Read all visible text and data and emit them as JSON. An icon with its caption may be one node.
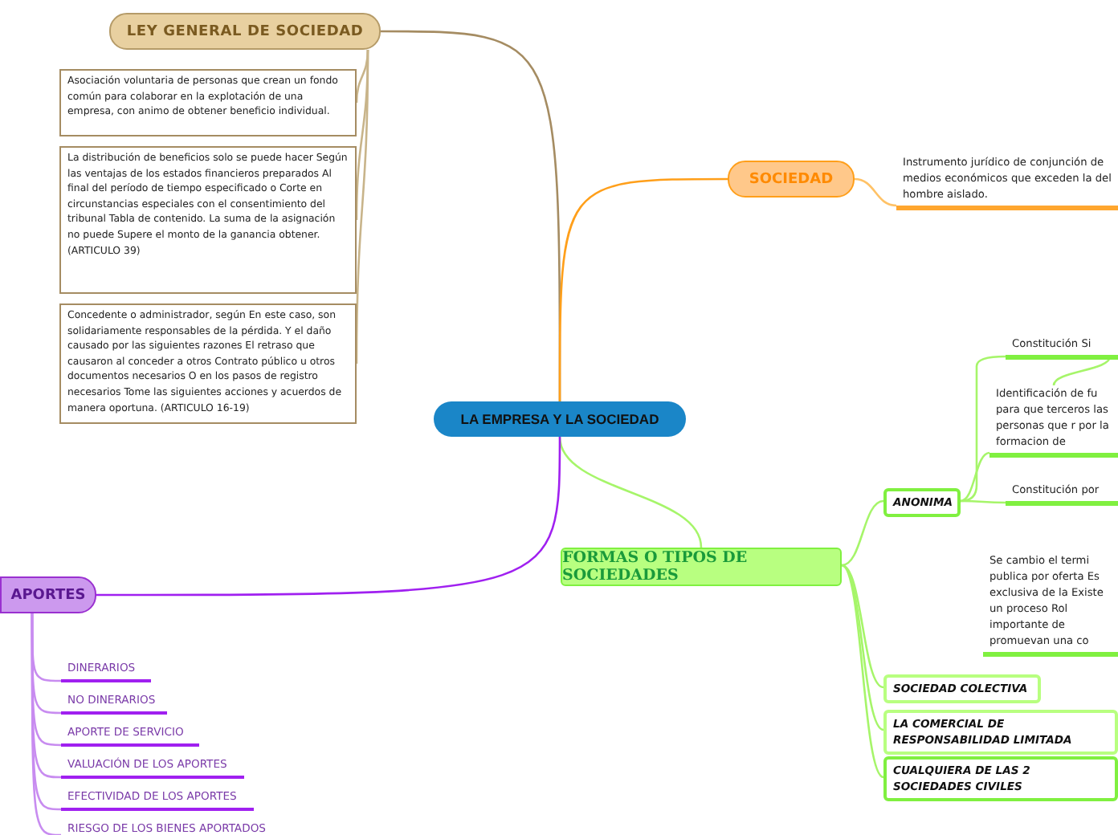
{
  "diagram": {
    "nodes": [
      {
        "text": [
          "LA EMPRESA Y LA SOCIEDAD"
        ]
      },
      {
        "text": [
          "LEY GENERAL DE SOCIEDAD"
        ]
      },
      {
        "text": [
          "Asociación voluntaria de personas que crean un fondo común para colaborar en la explotación de una empresa, con animo de obtener beneficio individual."
        ]
      },
      {
        "text": [
          "La distribución de beneficios solo se puede hacer Según las ventajas de los estados financieros preparados Al final del período de tiempo especificado o Corte en circunstancias especiales con el consentimiento del tribunal Tabla de contenido. La suma de la asignación no puede Supere el monto de la ganancia obtener. (ARTICULO 39)"
        ]
      },
      {
        "text": [
          "Concedente o administrador, según En este caso, son solidariamente responsables de la pérdida. Y el daño causado por las siguientes razones El retraso que causaron al conceder a otros Contrato público u otros documentos necesarios O en los pasos de registro necesarios Tome las siguientes acciones y acuerdos de manera oportuna. (ARTICULO 16-19)"
        ]
      },
      {
        "text": [
          "SOCIEDAD"
        ]
      },
      {
        "text": [
          "Instrumento jurídico de conjunción de medios económicos que exceden la del hombre aislado."
        ]
      },
      {
        "text": [
          "FORMAS O TIPOS DE SOCIEDADES"
        ]
      },
      {
        "text": [
          "ANONIMA"
        ]
      },
      {
        "text": [
          "Constitución Si"
        ]
      },
      {
        "text": [
          "Identificación de fu para que terceros las personas que r por la formacion de"
        ]
      },
      {
        "text": [
          "Constitución por"
        ]
      },
      {
        "text": [
          "Se cambio el termi publica por oferta Es exclusiva de la Existe un proceso Rol importante de promuevan una co"
        ]
      },
      {
        "text": [
          "SOCIEDAD COLECTIVA"
        ]
      },
      {
        "text": [
          "LA COMERCIAL DE RESPONSABILIDAD LIMITADA"
        ]
      },
      {
        "text": [
          "CUALQUIERA DE LAS 2 SOCIEDADES CIVILES"
        ]
      },
      {
        "text": [
          "APORTES"
        ]
      },
      {
        "text": [
          "DINERARIOS"
        ]
      },
      {
        "text": [
          "NO DINERARIOS"
        ]
      },
      {
        "text": [
          "APORTE DE SERVICIO"
        ]
      },
      {
        "text": [
          "VALUACIÓN DE LOS APORTES"
        ]
      },
      {
        "text": [
          "EFECTIVIDAD DE LOS APORTES"
        ]
      },
      {
        "text": [
          "RIESGO DE LOS BIENES APORTADOS"
        ]
      }
    ],
    "edges": [
      {
        "from": 0,
        "to": 1,
        "arrow": "none",
        "color": "#a58c62"
      },
      {
        "from": 1,
        "to": 2,
        "arrow": "none",
        "color": "#c8b48a"
      },
      {
        "from": 1,
        "to": 3,
        "arrow": "none",
        "color": "#c8b48a"
      },
      {
        "from": 1,
        "to": 4,
        "arrow": "none",
        "color": "#c8b48a"
      },
      {
        "from": 0,
        "to": 5,
        "arrow": "none",
        "color": "#ff9f1a"
      },
      {
        "from": 5,
        "to": 6,
        "arrow": "none",
        "color": "#ffc266"
      },
      {
        "from": 0,
        "to": 7,
        "arrow": "none"
      },
      {
        "from": 7,
        "to": 8,
        "arrow": "none"
      },
      {
        "from": 8,
        "to": 9,
        "arrow": "none"
      },
      {
        "from": 8,
        "to": 10,
        "arrow": "none"
      },
      {
        "from": 8,
        "to": 11,
        "arrow": "none"
      },
      {
        "from": 9,
        "to": 10,
        "arrow": "none"
      },
      {
        "from": 7,
        "to": 13,
        "arrow": "none"
      },
      {
        "from": 7,
        "to": 14,
        "arrow": "none"
      },
      {
        "from": 7,
        "to": 15,
        "arrow": "none"
      },
      {
        "from": 0,
        "to": 16,
        "arrow": "none",
        "color": "#a020f0"
      },
      {
        "from": 16,
        "to": 17,
        "arrow": "none",
        "color": "#c88cf0"
      },
      {
        "from": 16,
        "to": 18,
        "arrow": "none",
        "color": "#c88cf0"
      },
      {
        "from": 16,
        "to": 19,
        "arrow": "none",
        "color": "#c88cf0"
      },
      {
        "from": 16,
        "to": 20,
        "arrow": "none",
        "color": "#c88cf0"
      },
      {
        "from": 16,
        "to": 21,
        "arrow": "none",
        "color": "#c88cf0"
      },
      {
        "from": 16,
        "to": 22,
        "arrow": "none",
        "color": "#c88cf0"
      }
    ]
  }
}
